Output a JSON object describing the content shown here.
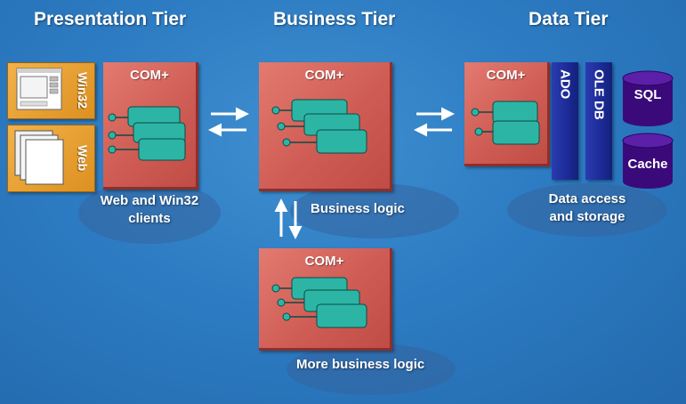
{
  "tiers": {
    "presentation": "Presentation Tier",
    "business": "Business Tier",
    "data": "Data Tier"
  },
  "com_label": "COM+",
  "clients": {
    "win32": "Win32",
    "web": "Web"
  },
  "presentation_caption": [
    "Web and Win32",
    "clients"
  ],
  "business_caption": "Business logic",
  "more_business_caption": "More business logic",
  "data_caption": [
    "Data access",
    "and storage"
  ],
  "data_layers": {
    "ado": "ADO",
    "oledb": "OLE DB"
  },
  "databases": {
    "sql": "SQL",
    "cache": "Cache"
  },
  "colors": {
    "background": "#2d7cc3",
    "com_box": "#cf5d55",
    "component": "#2cb5a4",
    "client_card": "#e8a02e",
    "data_bar": "#1c2a95",
    "database": "#3a0a7a",
    "text": "#ffffff"
  }
}
